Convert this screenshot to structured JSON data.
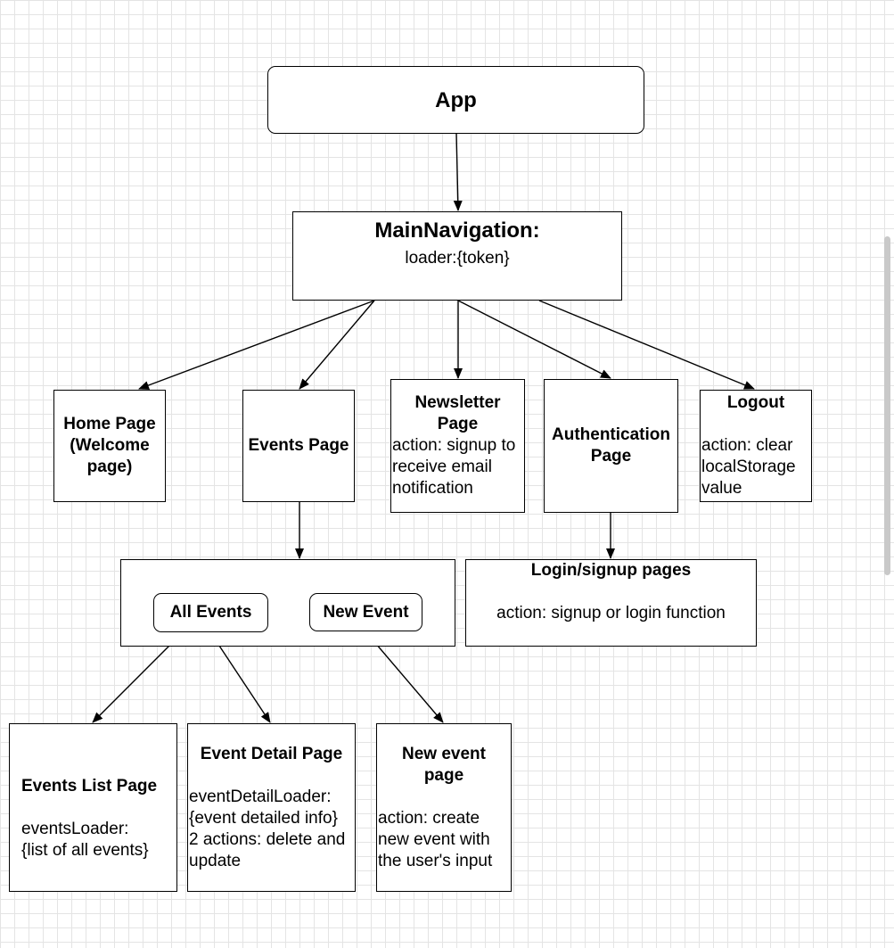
{
  "app": {
    "title": "App"
  },
  "main_navigation": {
    "title": "MainNavigation:",
    "loader": "loader:{token}"
  },
  "home_page": {
    "lines": [
      "Home Page",
      "(Welcome",
      "page)"
    ]
  },
  "events_page": {
    "title": "Events Page"
  },
  "newsletter_page": {
    "title_lines": [
      "Newsletter",
      "Page"
    ],
    "body_lines": [
      "action: signup to",
      "receive email",
      "notification"
    ]
  },
  "authentication_page": {
    "title_lines": [
      "Authentication",
      "Page"
    ]
  },
  "logout": {
    "title": "Logout",
    "body_lines": [
      "action: clear",
      "localStorage",
      "value"
    ]
  },
  "events_container": {
    "all_events": "All Events",
    "new_event": "New Event"
  },
  "login_signup": {
    "title": "Login/signup pages",
    "action": "action: signup or login function"
  },
  "events_list_page": {
    "title": "Events List Page",
    "body_lines": [
      "eventsLoader:",
      "{list of all events}"
    ]
  },
  "event_detail_page": {
    "title": "Event Detail Page",
    "body_lines": [
      "eventDetailLoader:",
      "{event detailed info}",
      "2 actions: delete and",
      "update"
    ]
  },
  "new_event_page": {
    "title_lines": [
      "New event",
      "page"
    ],
    "body_lines": [
      "action: create",
      "new event with",
      "the user's input"
    ]
  }
}
